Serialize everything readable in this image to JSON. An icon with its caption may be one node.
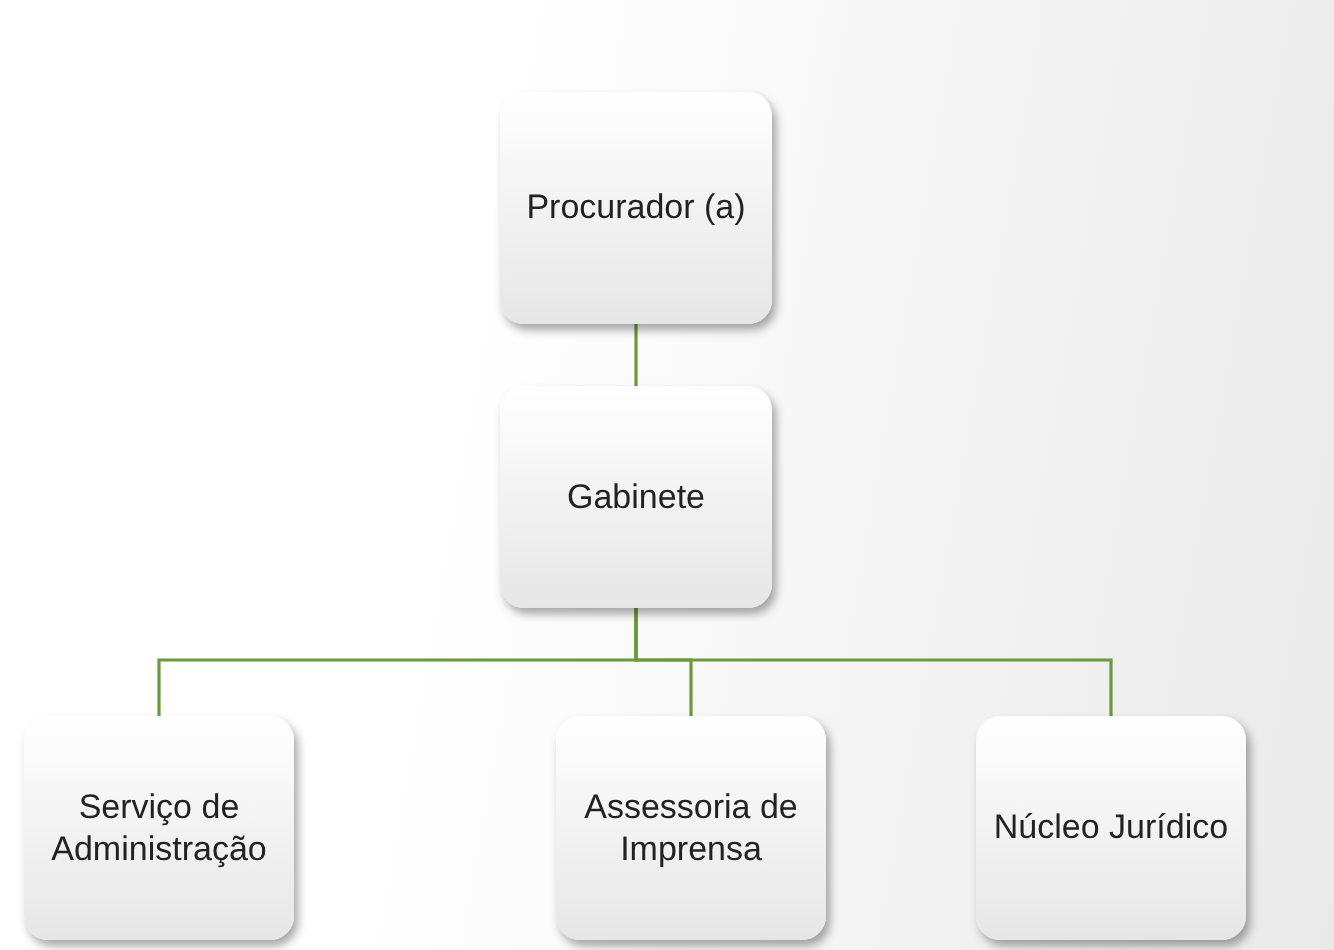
{
  "diagram": {
    "nodes": [
      {
        "text": [
          "Procurador (a)"
        ]
      },
      {
        "text": [
          "Gabinete"
        ]
      },
      {
        "text": [
          "Serviço de Administração"
        ]
      },
      {
        "text": [
          "Assessoria de Imprensa"
        ]
      },
      {
        "text": [
          "Núcleo Jurídico"
        ]
      }
    ],
    "edges": [
      {
        "from": 0,
        "to": 1,
        "arrow": "none"
      },
      {
        "from": 1,
        "to": 2,
        "arrow": "none"
      },
      {
        "from": 1,
        "to": 3,
        "arrow": "none"
      },
      {
        "from": 1,
        "to": 4,
        "arrow": "none"
      }
    ]
  }
}
